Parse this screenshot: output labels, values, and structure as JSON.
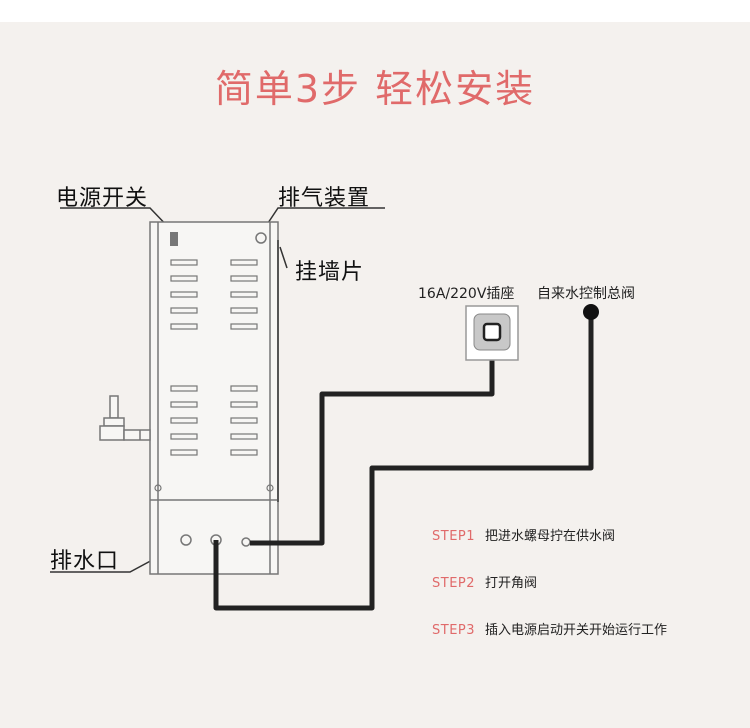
{
  "title": "简单3步  轻松安装",
  "labels": {
    "power_switch": "电源开关",
    "vent_device": "排气装置",
    "wall_bracket": "挂墙片",
    "drain_outlet": "排水口",
    "socket": "16A/220V插座",
    "water_valve": "自来水控制总阀"
  },
  "steps": [
    {
      "code": "STEP1",
      "text": "把进水螺母拧在供水阀"
    },
    {
      "code": "STEP2",
      "text": "打开角阀"
    },
    {
      "code": "STEP3",
      "text": "插入电源启动开关开始运行工作"
    }
  ],
  "colors": {
    "accent": "#e06a6a",
    "background": "#f4f1ee",
    "line": "#222222"
  }
}
